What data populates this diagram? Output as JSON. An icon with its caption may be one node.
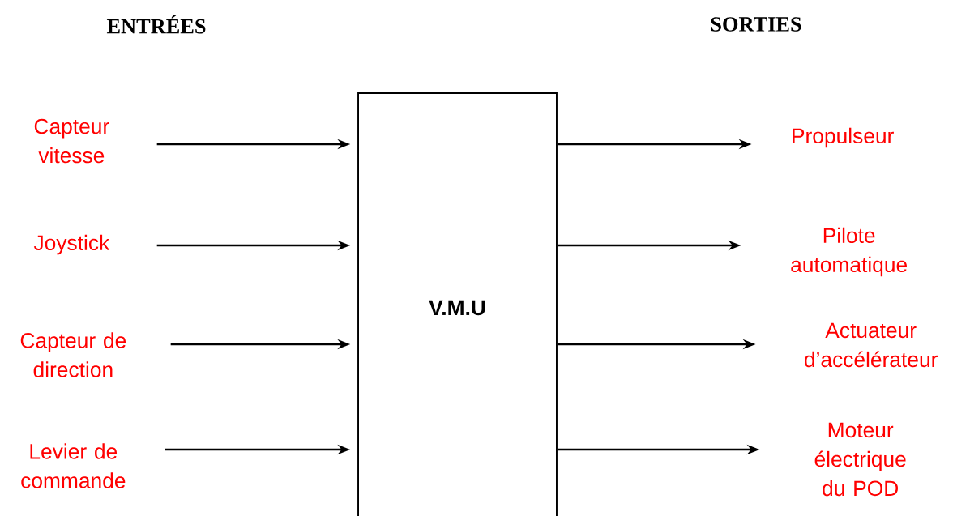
{
  "diagram": {
    "nodes": [
      {
        "text": [
          "V.M.U"
        ]
      },
      {
        "text": [
          "Capteur vitesse"
        ]
      },
      {
        "text": [
          "Joystick"
        ]
      },
      {
        "text": [
          "Capteur de direction"
        ]
      },
      {
        "text": [
          "Levier de commande"
        ]
      },
      {
        "text": [
          "Propulseur"
        ]
      },
      {
        "text": [
          "Pilote automatique"
        ]
      },
      {
        "text": [
          "Actuateur d’accélérateur"
        ]
      },
      {
        "text": [
          "Moteur électrique du POD"
        ]
      }
    ],
    "edges": [
      {
        "from": 1,
        "to": 0,
        "arrow": "to"
      },
      {
        "from": 2,
        "to": 0,
        "arrow": "to"
      },
      {
        "from": 3,
        "to": 0,
        "arrow": "to"
      },
      {
        "from": 4,
        "to": 0,
        "arrow": "to"
      },
      {
        "from": 0,
        "to": 5,
        "arrow": "to"
      },
      {
        "from": 0,
        "to": 6,
        "arrow": "to"
      },
      {
        "from": 0,
        "to": 7,
        "arrow": "to"
      },
      {
        "from": 0,
        "to": 8,
        "arrow": "to"
      }
    ],
    "labels": [
      "ENTRÉES",
      "SORTIES"
    ]
  }
}
